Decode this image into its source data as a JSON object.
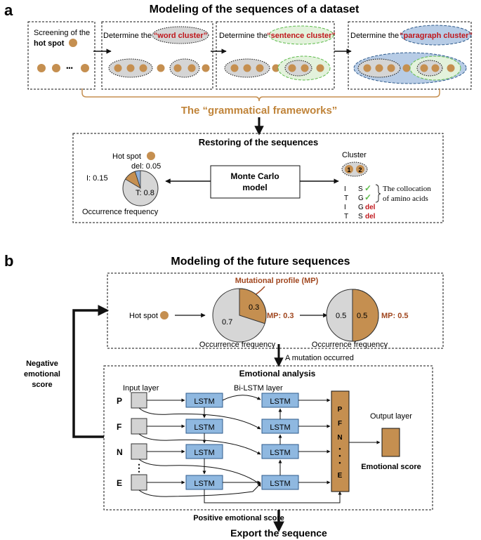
{
  "panel_a": {
    "label": "a",
    "title": "Modeling of the sequences of a dataset",
    "step1_line1": "Screening  of the",
    "step1_line2": "hot spot",
    "step_prefix": "Determine the",
    "word_cluster": "“word cluster”",
    "sentence_cluster": "“sentence cluster”",
    "paragraph_cluster": "“paragraph cluster”",
    "ellipsis": "•••",
    "frameworks": "The “grammatical frameworks”",
    "restoring_title": "Restoring of the sequences",
    "hot_spot": "Hot spot",
    "pie_del": "del: 0.05",
    "pie_i": "I: 0.15",
    "pie_t": "T: 0.8",
    "occurrence": "Occurrence frequency",
    "monte_carlo_line1": "Monte Carlo",
    "monte_carlo_line2": "model",
    "cluster": "Cluster",
    "cluster_n1": "1",
    "cluster_n2": "2",
    "rows": [
      {
        "a": "I",
        "b": "S",
        "mark": "✓"
      },
      {
        "a": "T",
        "b": "G",
        "mark": "✓"
      },
      {
        "a": "I",
        "b": "G",
        "mark": "del"
      },
      {
        "a": "T",
        "b": "S",
        "mark": "del"
      }
    ],
    "collocation_line1": "The collocation",
    "collocation_line2": "of amino acids"
  },
  "panel_b": {
    "label": "b",
    "title": "Modeling of the future sequences",
    "mutational_profile": "Mutational profile (MP)",
    "hot_spot": "Hot spot",
    "pie1_small": "0.3",
    "pie1_large": "0.7",
    "mp1": "MP: 0.3",
    "pie2_left": "0.5",
    "pie2_right": "0.5",
    "mp2": "MP: 0.5",
    "occurrence1": "Occurrence frequency",
    "occurrence2": "Occurrence frequency",
    "mutation": "A mutation occurred",
    "negative_line1": "Negative",
    "negative_line2": "emotional",
    "negative_line3": "score",
    "emotional_analysis": "Emotional analysis",
    "input_layer": "Input layer",
    "bilstm_layer": "Bi-LSTM layer",
    "output_layer": "Output layer",
    "lstm": "LSTM",
    "inputs": [
      "P",
      "F",
      "N",
      "E"
    ],
    "pfn_letters": [
      "P",
      "F",
      "N",
      "•",
      "•",
      "•",
      "E"
    ],
    "dots_vertical": "⋮",
    "emotional_score": "Emotional score",
    "positive": "Positive emotional score",
    "export": "Export the sequence"
  },
  "colors": {
    "tan": "#C58F50",
    "tan_text": "#C0843A",
    "red": "#C0171C",
    "lstm_fill": "#8FB8E0",
    "lstm_stroke": "#2F5B8C",
    "gray_fill": "#D3D3D3",
    "blue_fill": "#B7CCE6",
    "green": "#5DBB4B",
    "pie_gray": "#D6D6D6",
    "pie_blue": "#8FAFD8"
  }
}
